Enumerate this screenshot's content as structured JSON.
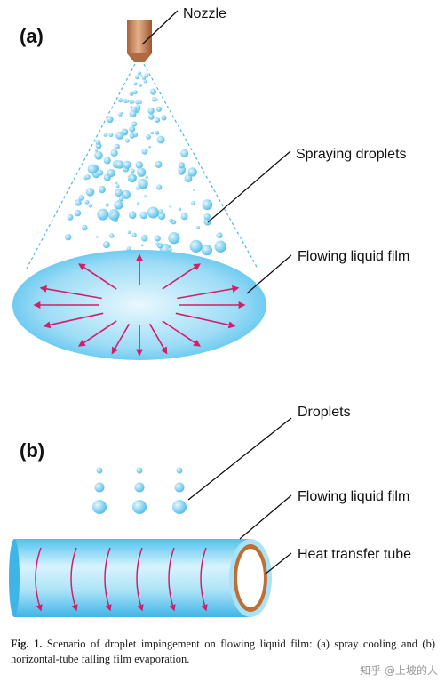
{
  "panel_a": {
    "label": "(a)",
    "nozzle_label": "Nozzle",
    "droplets_label": "Spraying droplets",
    "film_label": "Flowing liquid film"
  },
  "panel_b": {
    "label": "(b)",
    "droplets_label": "Droplets",
    "film_label": "Flowing liquid film",
    "tube_label": "Heat transfer tube"
  },
  "caption": {
    "lead": "Fig. 1.",
    "text": "Scenario of droplet impingement on flowing liquid film: (a) spray cooling and (b) horizontal-tube falling film evaporation."
  },
  "watermark": "知乎 @上坡的人",
  "colors": {
    "nozzle": "#c98a63",
    "droplet": "#5cc3ec",
    "film": "#72cdf1",
    "arrow": "#d11f6a",
    "cone_line": "#4bb8e0",
    "tube_copper": "#c06f34"
  }
}
